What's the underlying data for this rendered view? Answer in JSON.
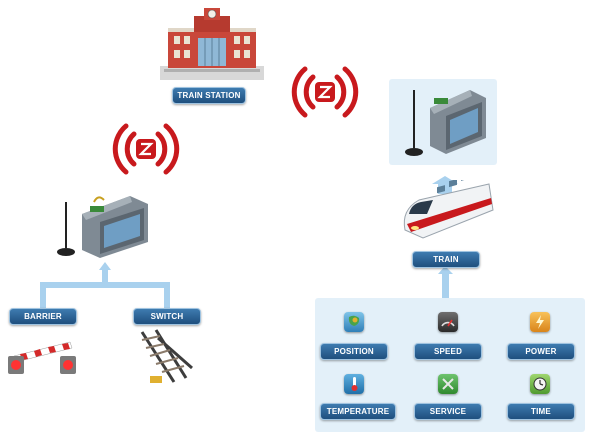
{
  "station": {
    "label": "TRAIN STATION"
  },
  "left_network": {
    "barrier_label": "BARRIER",
    "switch_label": "SWITCH"
  },
  "train_panel": {
    "label": "TRAIN"
  },
  "data_panel": {
    "items": [
      {
        "label": "POSITION",
        "icon": "map-icon"
      },
      {
        "label": "SPEED",
        "icon": "speedometer-icon"
      },
      {
        "label": "POWER",
        "icon": "lightning-icon"
      },
      {
        "label": "TEMPERATURE",
        "icon": "thermometer-icon"
      },
      {
        "label": "SERVICE",
        "icon": "tools-icon"
      },
      {
        "label": "TIME",
        "icon": "clock-icon"
      }
    ]
  },
  "colors": {
    "label_bg": "#2a639a",
    "panel_bg": "#e3f0f9",
    "connector": "#a9d1ee",
    "signal_red": "#c8191d"
  }
}
